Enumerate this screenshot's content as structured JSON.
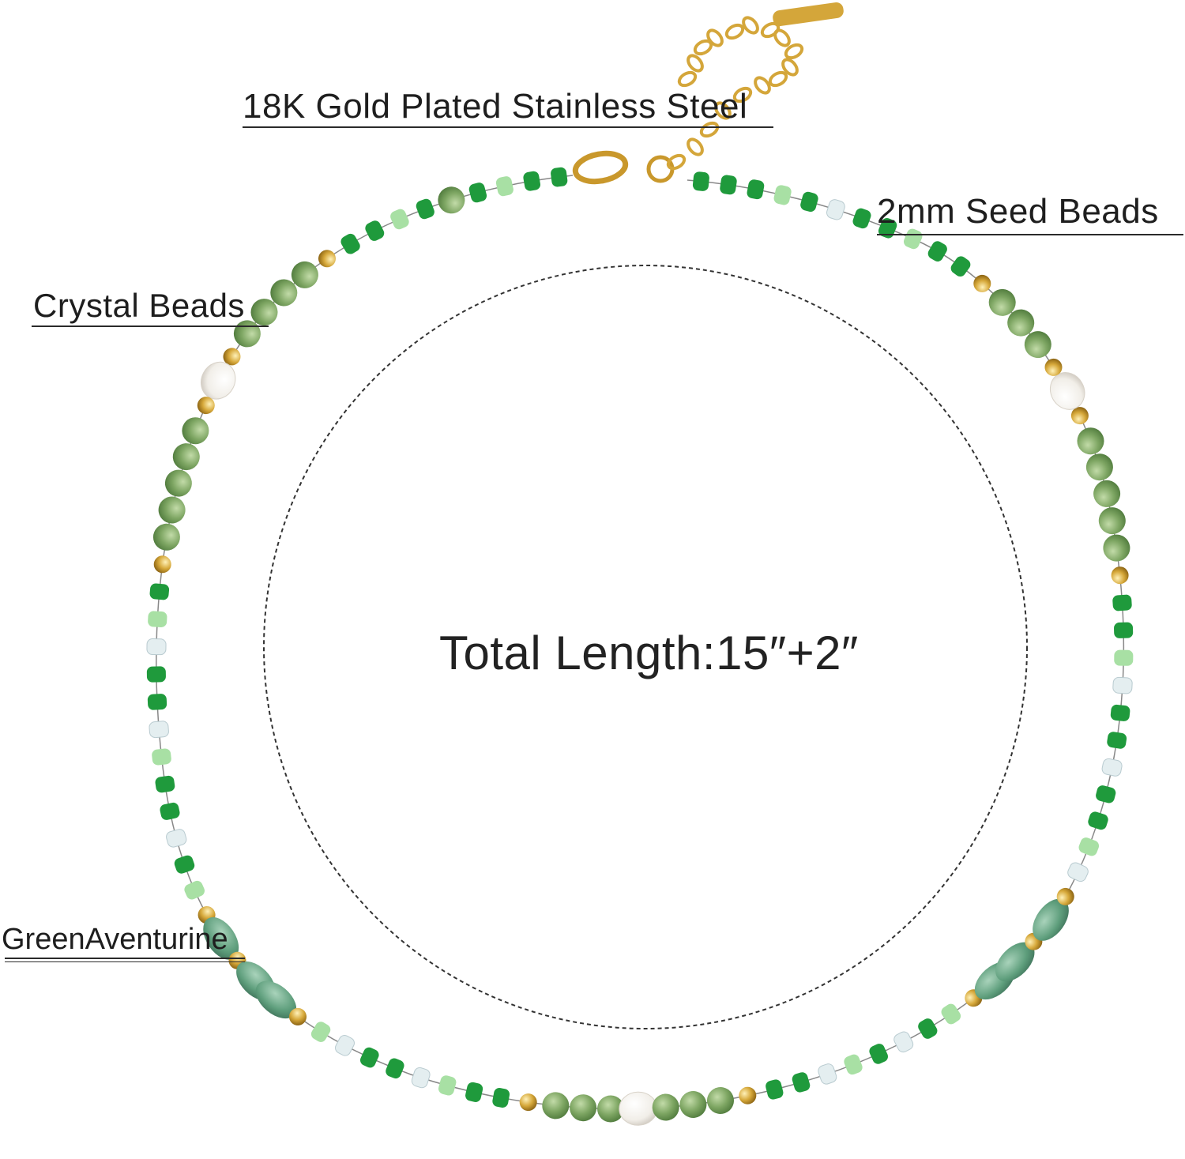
{
  "labels": {
    "clasp": "18K Gold Plated Stainless Steel",
    "seed_beads": "2mm Seed Beads",
    "crystal_beads": "Crystal Beads",
    "aventurine": "GreenAventurine",
    "total_length": "Total Length:15″+2″"
  },
  "colors": {
    "background": "#ffffff",
    "seed_green": "#1f9a3c",
    "seed_light_green": "#a8e0a4",
    "crystal_green": "#7ea663",
    "aventurine": "#5e9e7c",
    "gold": "#d4a63a",
    "pearl": "#f4f2ee",
    "clear_bead": "#e4eef0",
    "text": "#1e1e1e"
  }
}
